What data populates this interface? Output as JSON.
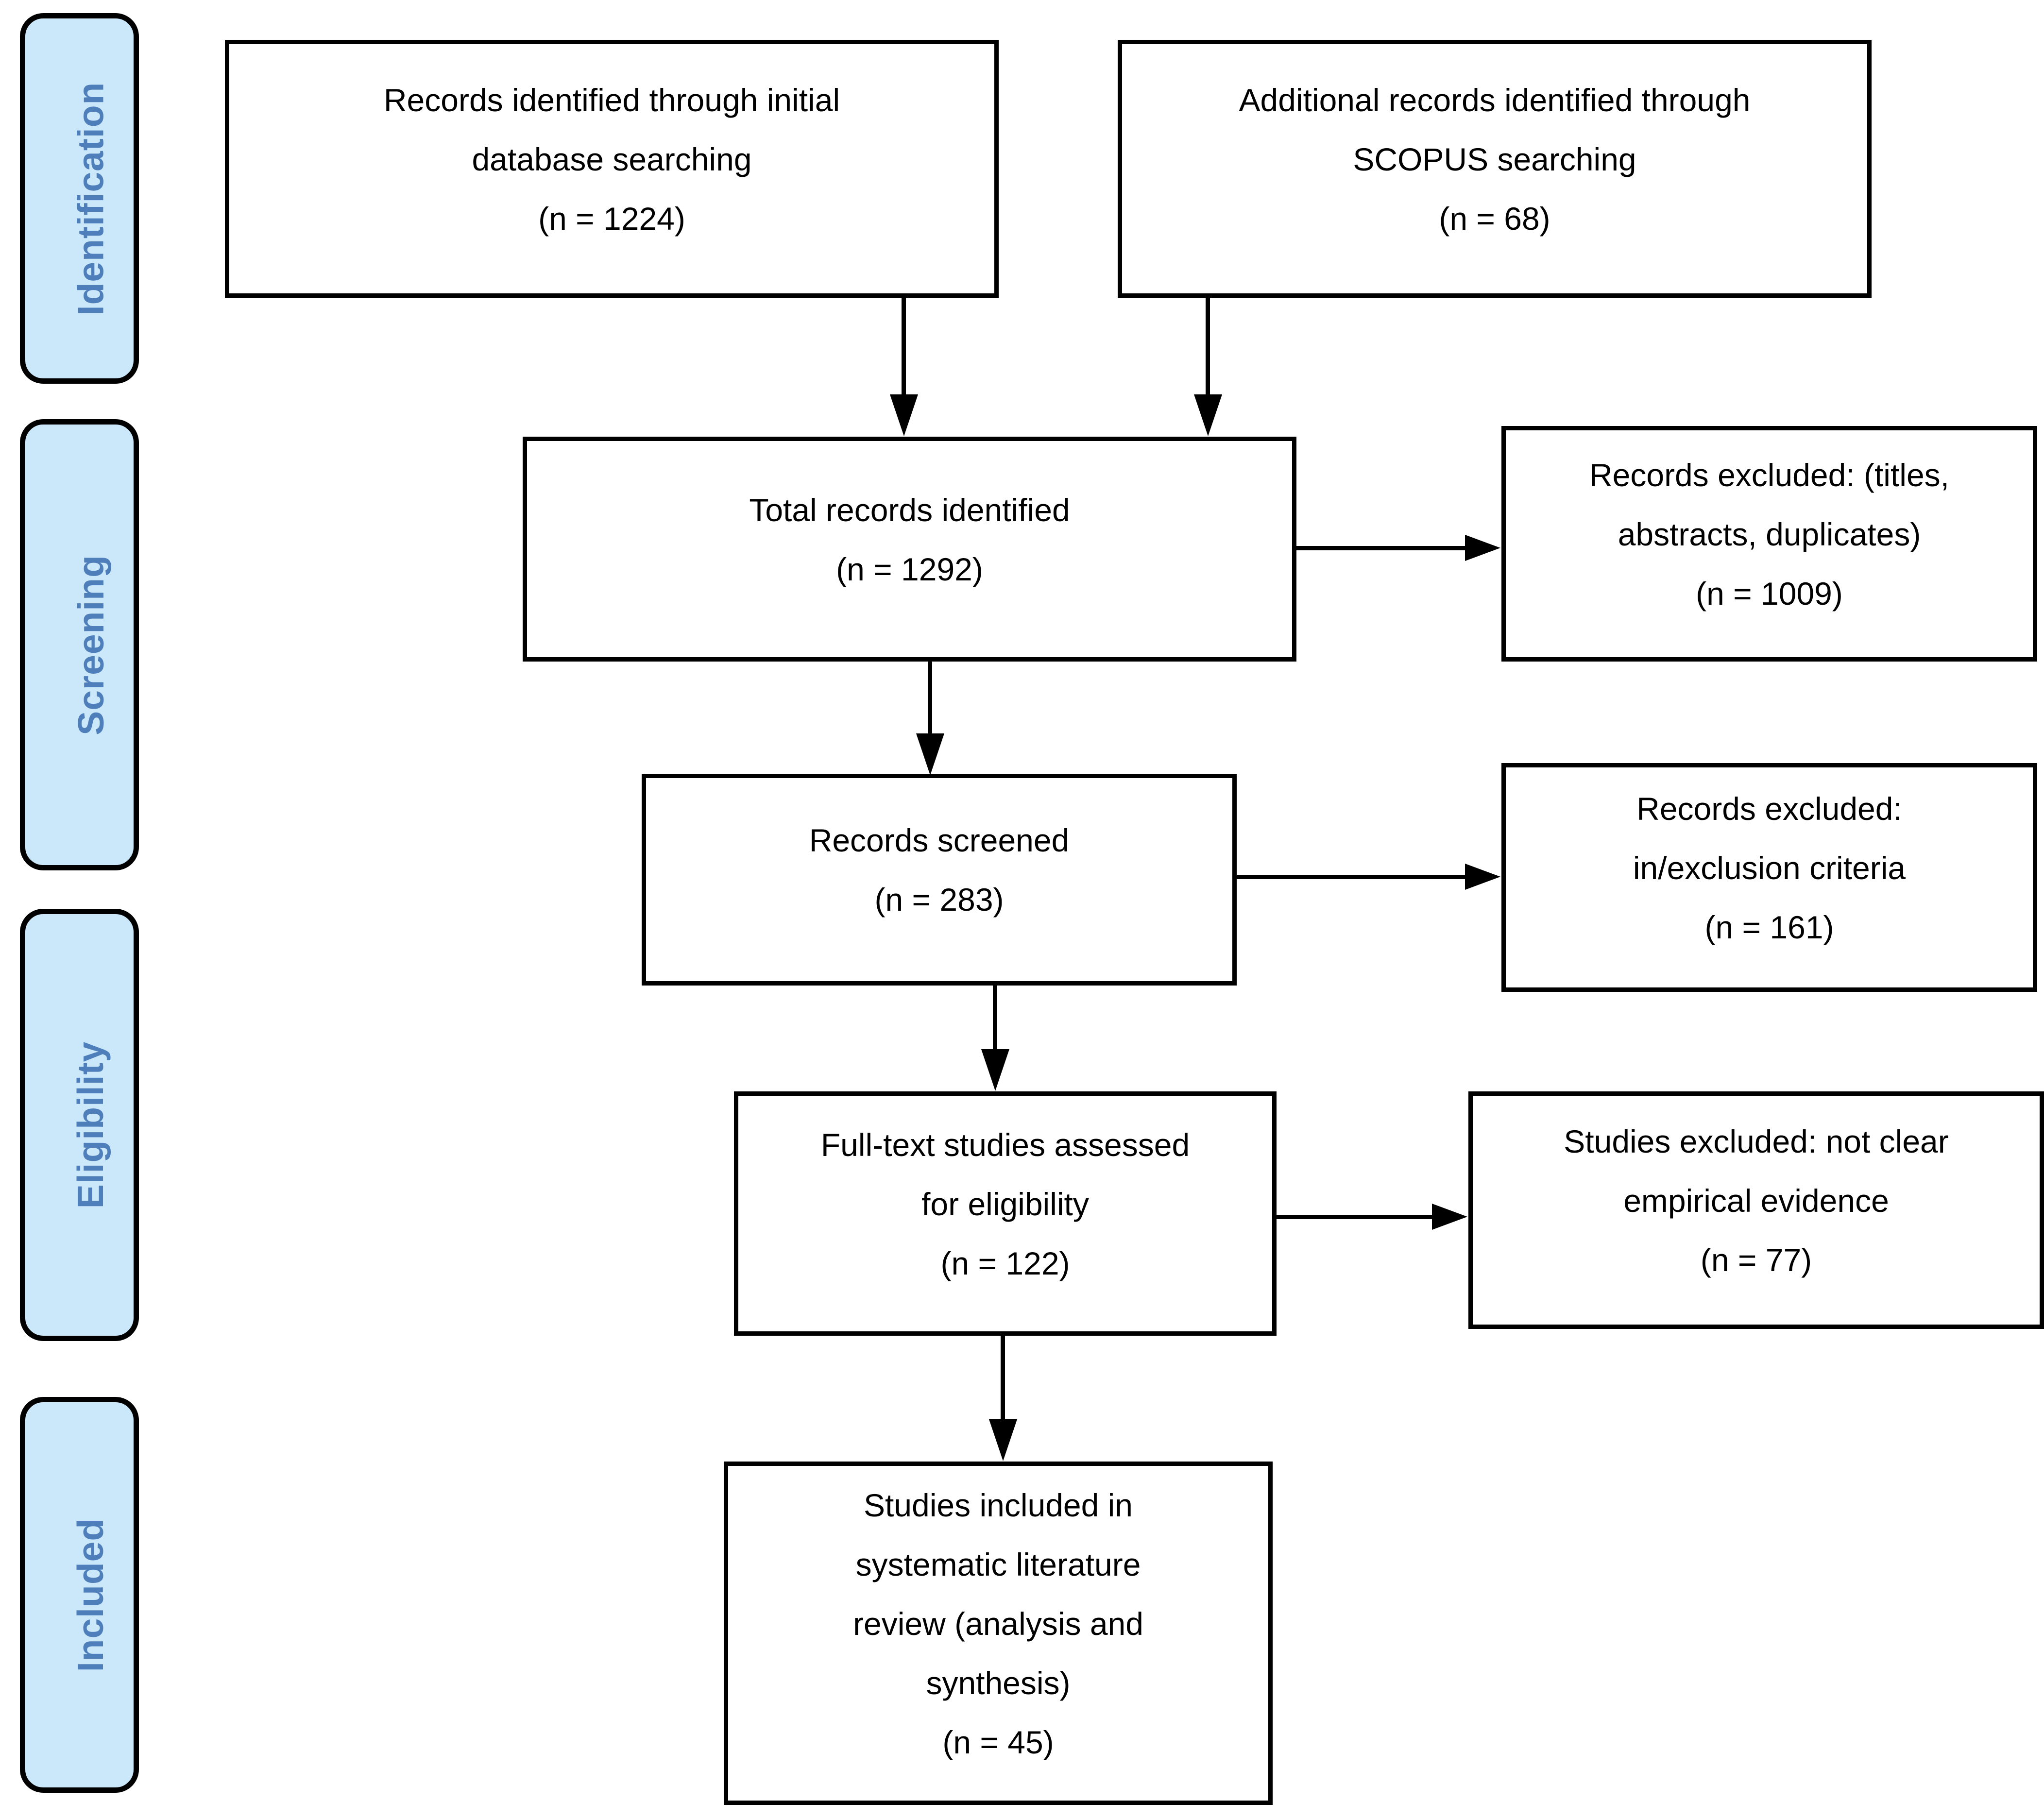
{
  "diagram": {
    "stages": [
      {
        "label": "Identification"
      },
      {
        "label": "Screening"
      },
      {
        "label": "Eligibility"
      },
      {
        "label": "Included"
      }
    ],
    "boxes": {
      "records_initial": {
        "lines": [
          "Records identified through initial",
          "database searching",
          "(n = 1224)"
        ]
      },
      "records_scopus": {
        "lines": [
          "Additional records identified through",
          "SCOPUS searching",
          "(n = 68)"
        ]
      },
      "total_records": {
        "lines": [
          "Total records identified",
          "(n = 1292)"
        ]
      },
      "excluded_titles": {
        "lines": [
          "Records excluded: (titles,",
          "abstracts, duplicates)",
          "(n =  1009)"
        ]
      },
      "records_screened": {
        "lines": [
          "Records screened",
          "(n = 283)"
        ]
      },
      "excluded_criteria": {
        "lines": [
          "Records excluded:",
          "in/exclusion criteria",
          "(n = 161)"
        ]
      },
      "fulltext_assessed": {
        "lines": [
          "Full-text studies assessed",
          "for eligibility",
          "(n = 122)"
        ]
      },
      "excluded_empirical": {
        "lines": [
          "Studies excluded: not clear",
          "empirical evidence",
          "(n = 77)"
        ]
      },
      "studies_included": {
        "lines": [
          "Studies included in",
          "systematic literature",
          "review (analysis and",
          "synthesis)",
          "(n = 45)"
        ]
      }
    },
    "colors": {
      "stage_fill": "#CBE7FA",
      "stage_text": "#4E7FBA",
      "box_border": "#000000",
      "box_bg": "#FFFFFF",
      "arrow": "#000000"
    }
  }
}
